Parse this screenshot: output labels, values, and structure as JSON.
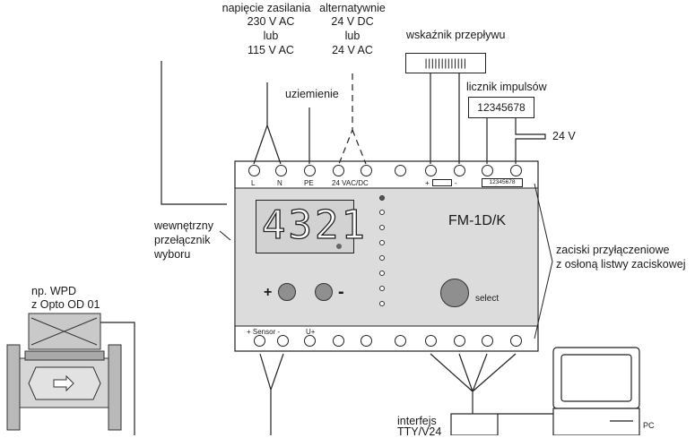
{
  "supply": {
    "primary": [
      "napięcie zasilania",
      "230 V AC",
      "lub",
      "115 V AC"
    ],
    "alternative": [
      "alternatywnie",
      "24 V DC",
      "lub",
      "24 V AC"
    ]
  },
  "earth_label": "uziemienie",
  "flow_indicator": {
    "label": "wskaźnik przepływu",
    "scale": "|||||||||||||"
  },
  "pulse_counter": {
    "label": "licznik impulsów",
    "value": "12345678"
  },
  "counter_voltage": "24 V",
  "selector_switch": [
    "wewnętrzny",
    "przełącznik",
    "wyboru"
  ],
  "clamps_note": [
    "zaciski przyłączeniowe",
    "z osłoną listwy zaciskowej"
  ],
  "device": {
    "model": "FM-1D/K",
    "display_value": "4321",
    "plus": "+",
    "minus": "-",
    "select": "select",
    "top_terminals": {
      "L": "L",
      "N": "N",
      "PE": "PE",
      "ac_dc": "24 VAC/DC",
      "indicator_plus": "+",
      "indicator_minus": "-",
      "counter_mini": "12345678"
    },
    "bottom_terminals": {
      "sensor": "+ Sensor  -",
      "u_plus": "U+"
    }
  },
  "sensor": [
    "np. WPD",
    "z  Opto  OD 01"
  ],
  "interface": [
    "interfejs",
    "TTY/V24"
  ],
  "pc_label": "PC"
}
